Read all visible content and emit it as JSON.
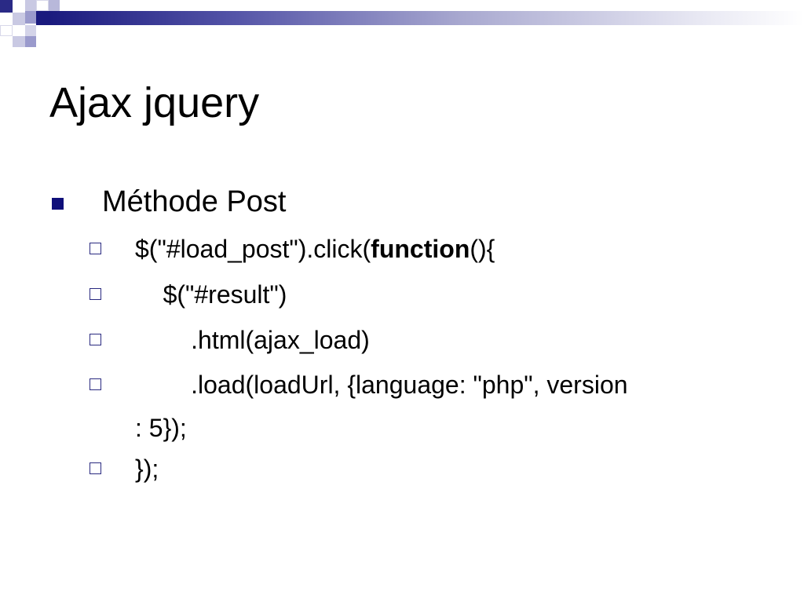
{
  "slide": {
    "title": "Ajax jquery",
    "bullet": "Méthode Post",
    "code_lines": [
      {
        "pre": "$(\"#load_post\").click(",
        "kw": "function",
        "post": "(){"
      },
      {
        "text": "    $(\"#result\")"
      },
      {
        "text": "        .html(ajax_load)"
      },
      {
        "text": "        .load(loadUrl, {language: \"php\", version",
        "cont": ": 5});"
      },
      {
        "text": "});"
      }
    ]
  },
  "theme": {
    "accent_dark": "#1a1a7e",
    "accent_light": "#a9a9d0",
    "bullet_color": "#0f0f7a"
  }
}
